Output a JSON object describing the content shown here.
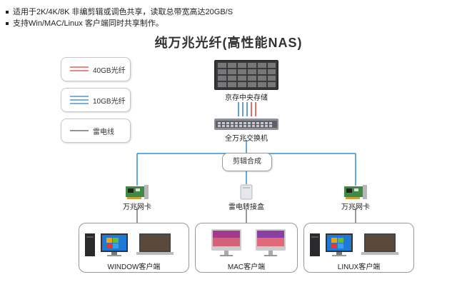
{
  "bullets": [
    "适用于2K/4K/8K 非编剪辑或调色共享，读取总带宽高达20GB/S",
    "支持Win/MAC/Linux 客户端同时共享制作。"
  ],
  "title": "纯万兆光纤(高性能NAS)",
  "legend": [
    {
      "label": "40GB光纤",
      "color": "#e0413a",
      "style": "double"
    },
    {
      "label": "10GB光纤",
      "color": "#2a7fd1",
      "style": "triple"
    },
    {
      "label": "雷电线",
      "color": "#555555",
      "style": "single"
    }
  ],
  "nodes": {
    "storage": "京存中央存储",
    "switch": "全万兆交换机",
    "merge": "剪辑合成",
    "nic_left": "万兆网卡",
    "thunderbolt_box": "雷电转接盒",
    "nic_right": "万兆网卡"
  },
  "clients": {
    "windows": "WINDOW客户端",
    "mac": "MAC客户端",
    "linux": "LINUX客户端"
  },
  "colors": {
    "fiber40": "#e0413a",
    "fiber10": "#2a7fd1",
    "line": "#2a8fd8"
  }
}
